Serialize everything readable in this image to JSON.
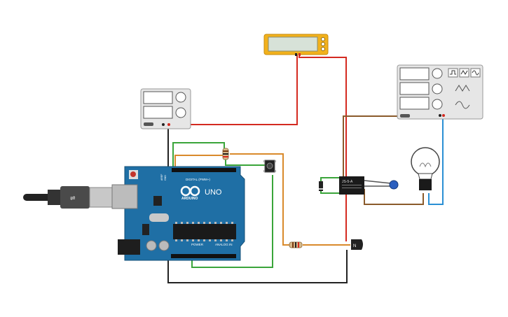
{
  "arduino": {
    "brand": "ARDUINO",
    "model": "UNO",
    "digital_label": "DIGITAL (PWM~)",
    "power_label": "POWER",
    "analog_label": "ANALOG IN",
    "gnd_label": "GND",
    "aref_label": "AREF"
  },
  "relay": {
    "label": "JS-5-A"
  },
  "colors": {
    "wire_red": "#d42a20",
    "wire_black": "#222222",
    "wire_green": "#3aa53a",
    "wire_orange": "#d98a2b",
    "wire_brown": "#8a5a2b",
    "wire_blue": "#2a8fd4",
    "board_blue": "#1f6fa5",
    "multimeter_yellow": "#f2b11c"
  },
  "icons": {
    "power_supply": "power-supply-icon",
    "function_generator": "function-generator-icon",
    "multimeter": "multimeter-icon",
    "pushbutton": "pushbutton-icon",
    "lightbulb": "lightbulb-icon",
    "transistor": "transistor-icon",
    "diode": "diode-icon",
    "capacitor": "capacitor-icon",
    "usb_cable": "usb-cable-icon"
  }
}
